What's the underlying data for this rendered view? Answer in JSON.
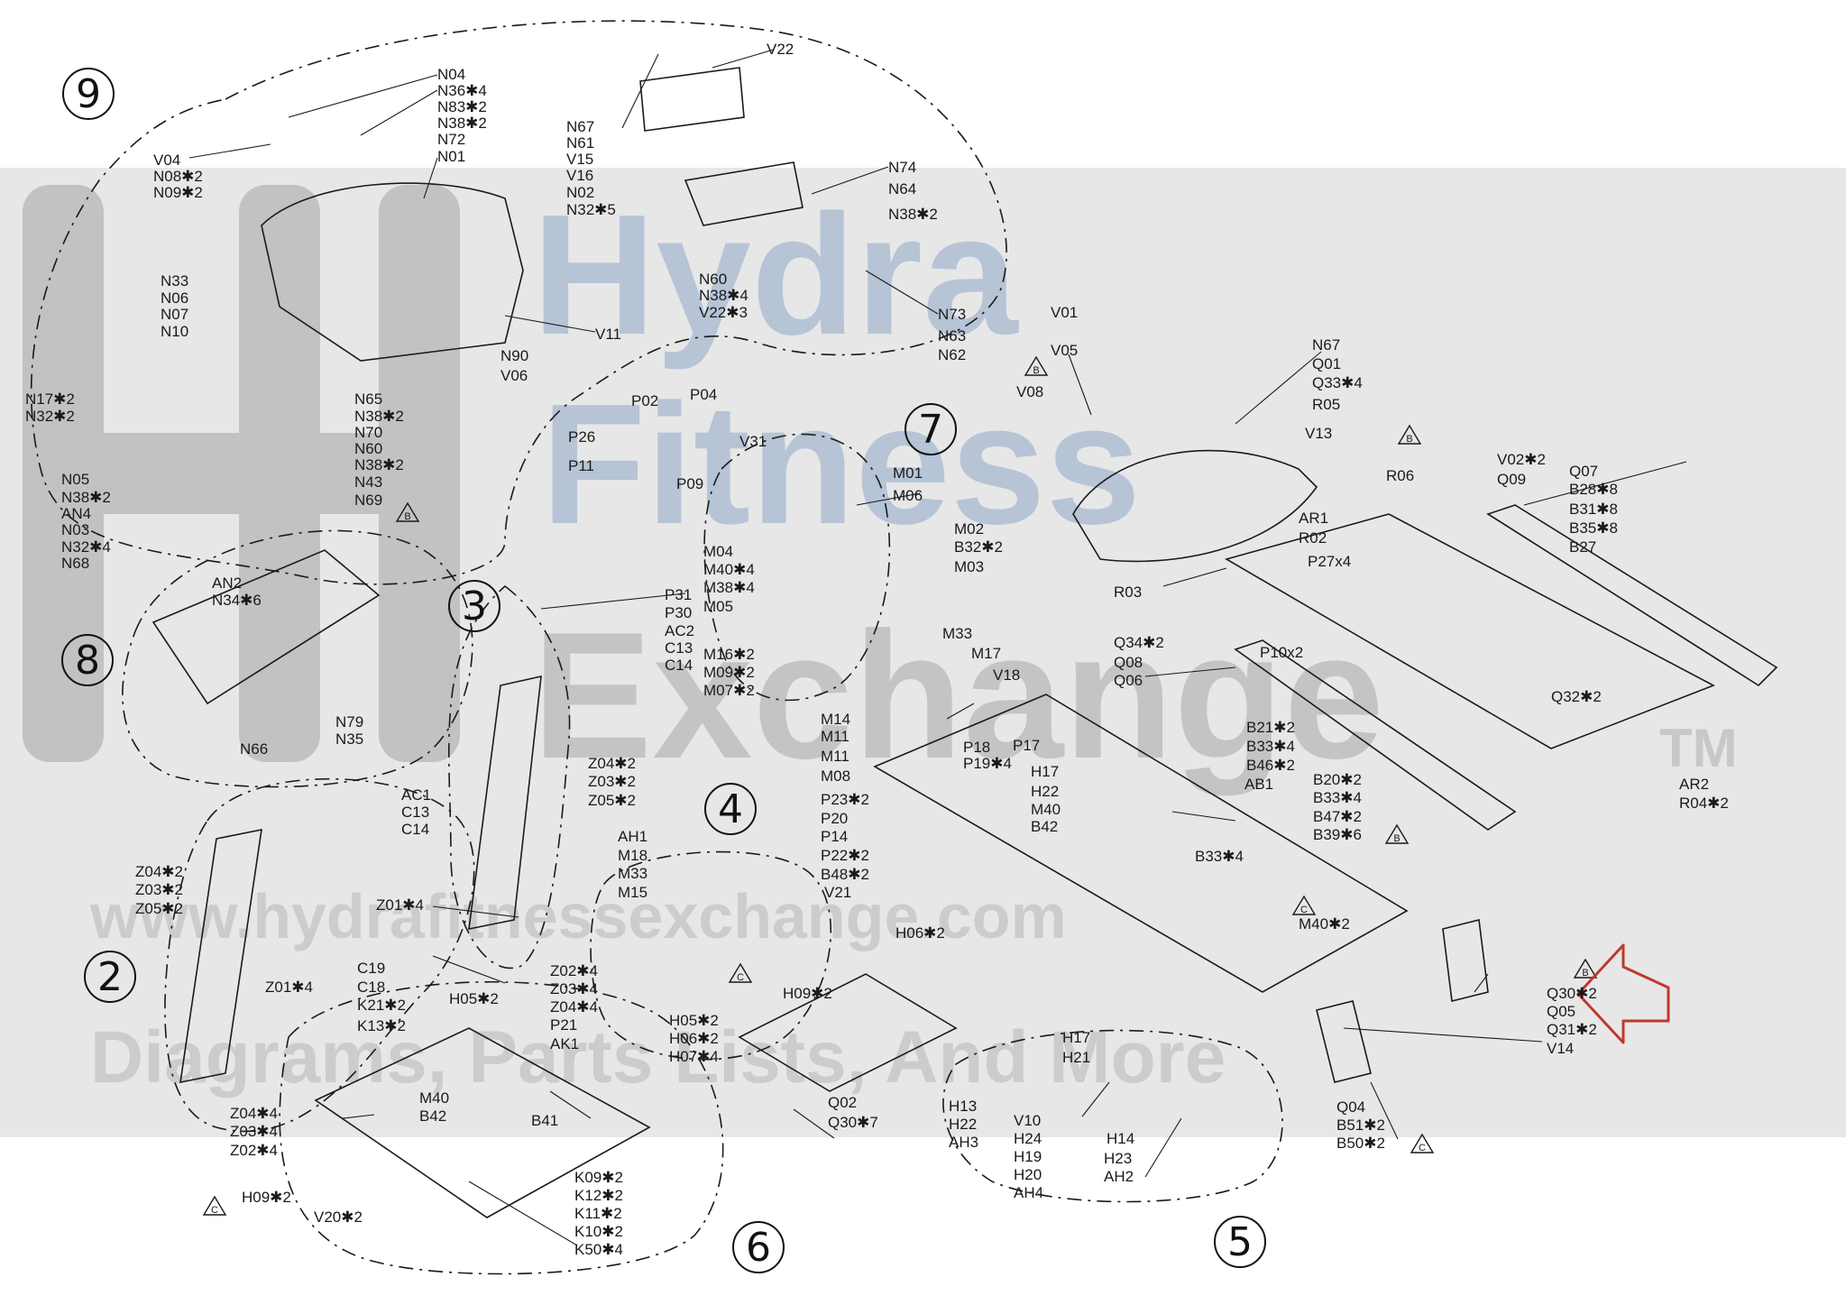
{
  "diagram": {
    "watermark": {
      "lines": [
        "Hydra",
        "Fitness",
        "Exchange"
      ],
      "tm": "TM",
      "url": "www.hydrafitnessexchange.com",
      "tagline": "Diagrams, Parts Lists, And More",
      "logo_letters": "HF"
    },
    "assemblies": [
      {
        "id": "9",
        "text": "9"
      },
      {
        "id": "8",
        "text": "8"
      },
      {
        "id": "7",
        "text": "7"
      },
      {
        "id": "3",
        "text": "3"
      },
      {
        "id": "4",
        "text": "4"
      },
      {
        "id": "2",
        "text": "2"
      },
      {
        "id": "6",
        "text": "6"
      },
      {
        "id": "5",
        "text": "5"
      }
    ],
    "callouts": [
      {
        "id": "c1",
        "text": "N04"
      },
      {
        "id": "c2",
        "text": "N36✱4"
      },
      {
        "id": "c3",
        "text": "N83✱2"
      },
      {
        "id": "c4",
        "text": "N38✱2"
      },
      {
        "id": "c5",
        "text": "N72"
      },
      {
        "id": "c6",
        "text": "N01"
      },
      {
        "id": "c7",
        "text": "V04"
      },
      {
        "id": "c8",
        "text": "N08✱2"
      },
      {
        "id": "c9",
        "text": "N09✱2"
      },
      {
        "id": "c10",
        "text": "V22"
      },
      {
        "id": "c11",
        "text": "N67"
      },
      {
        "id": "c12",
        "text": "N61"
      },
      {
        "id": "c13",
        "text": "V15"
      },
      {
        "id": "c14",
        "text": "V16"
      },
      {
        "id": "c15",
        "text": "N02"
      },
      {
        "id": "c16",
        "text": "N32✱5"
      },
      {
        "id": "c17",
        "text": "N74"
      },
      {
        "id": "c18",
        "text": "N64"
      },
      {
        "id": "c19",
        "text": "N38✱2"
      },
      {
        "id": "c20",
        "text": "N60"
      },
      {
        "id": "c21",
        "text": "N38✱4"
      },
      {
        "id": "c22",
        "text": "V22✱3"
      },
      {
        "id": "c23",
        "text": "N73"
      },
      {
        "id": "c24",
        "text": "N63"
      },
      {
        "id": "c25",
        "text": "N62"
      },
      {
        "id": "c26",
        "text": "N33"
      },
      {
        "id": "c27",
        "text": "N06"
      },
      {
        "id": "c28",
        "text": "N07"
      },
      {
        "id": "c29",
        "text": "N10"
      },
      {
        "id": "c30",
        "text": "N17✱2"
      },
      {
        "id": "c31",
        "text": "N32✱2"
      },
      {
        "id": "c32",
        "text": "V11"
      },
      {
        "id": "c33",
        "text": "N90"
      },
      {
        "id": "c34",
        "text": "V06"
      },
      {
        "id": "c35",
        "text": "N65"
      },
      {
        "id": "c36",
        "text": "N38✱2"
      },
      {
        "id": "c37",
        "text": "N70"
      },
      {
        "id": "c38",
        "text": "N60"
      },
      {
        "id": "c39",
        "text": "N38✱2"
      },
      {
        "id": "c40",
        "text": "N43"
      },
      {
        "id": "c41",
        "text": "N69"
      },
      {
        "id": "c42",
        "text": "N05"
      },
      {
        "id": "c43",
        "text": "N38✱2"
      },
      {
        "id": "c44",
        "text": "AN4"
      },
      {
        "id": "c45",
        "text": "N03"
      },
      {
        "id": "c46",
        "text": "N32✱4"
      },
      {
        "id": "c47",
        "text": "N68"
      },
      {
        "id": "c48",
        "text": "AN2"
      },
      {
        "id": "c49",
        "text": "N34✱6"
      },
      {
        "id": "c50",
        "text": "N79"
      },
      {
        "id": "c51",
        "text": "N35"
      },
      {
        "id": "c52",
        "text": "N66"
      },
      {
        "id": "c53",
        "text": "P02"
      },
      {
        "id": "c54",
        "text": "P04"
      },
      {
        "id": "c55",
        "text": "P26"
      },
      {
        "id": "c56",
        "text": "V31"
      },
      {
        "id": "c57",
        "text": "P11"
      },
      {
        "id": "c58",
        "text": "P09"
      },
      {
        "id": "c59",
        "text": "M01"
      },
      {
        "id": "c60",
        "text": "M06"
      },
      {
        "id": "c61",
        "text": "M04"
      },
      {
        "id": "c62",
        "text": "M40✱4"
      },
      {
        "id": "c63",
        "text": "M38✱4"
      },
      {
        "id": "c64",
        "text": "M05"
      },
      {
        "id": "c65",
        "text": "M16✱2"
      },
      {
        "id": "c66",
        "text": "M09✱2"
      },
      {
        "id": "c67",
        "text": "M07✱2"
      },
      {
        "id": "c68",
        "text": "P31"
      },
      {
        "id": "c69",
        "text": "P30"
      },
      {
        "id": "c70",
        "text": "AC2"
      },
      {
        "id": "c71",
        "text": "C13"
      },
      {
        "id": "c72",
        "text": "C14"
      },
      {
        "id": "c73",
        "text": "Z04✱2"
      },
      {
        "id": "c74",
        "text": "Z03✱2"
      },
      {
        "id": "c75",
        "text": "Z05✱2"
      },
      {
        "id": "c76",
        "text": "V01"
      },
      {
        "id": "c77",
        "text": "V05"
      },
      {
        "id": "c78",
        "text": "V08"
      },
      {
        "id": "c79",
        "text": "N67"
      },
      {
        "id": "c80",
        "text": "Q01"
      },
      {
        "id": "c81",
        "text": "Q33✱4"
      },
      {
        "id": "c82",
        "text": "R05"
      },
      {
        "id": "c83",
        "text": "V13"
      },
      {
        "id": "c84",
        "text": "R06"
      },
      {
        "id": "c85",
        "text": "V02✱2"
      },
      {
        "id": "c86",
        "text": "Q09"
      },
      {
        "id": "c87",
        "text": "Q07"
      },
      {
        "id": "c88",
        "text": "B28✱8"
      },
      {
        "id": "c89",
        "text": "B31✱8"
      },
      {
        "id": "c90",
        "text": "B35✱8"
      },
      {
        "id": "c91",
        "text": "B27"
      },
      {
        "id": "c92",
        "text": "AR1"
      },
      {
        "id": "c93",
        "text": "R02"
      },
      {
        "id": "c94",
        "text": "P27x4"
      },
      {
        "id": "c95",
        "text": "M02"
      },
      {
        "id": "c96",
        "text": "B32✱2"
      },
      {
        "id": "c97",
        "text": "M03"
      },
      {
        "id": "c98",
        "text": "R03"
      },
      {
        "id": "c99",
        "text": "Q34✱2"
      },
      {
        "id": "c100",
        "text": "P10x2"
      },
      {
        "id": "c101",
        "text": "Q08"
      },
      {
        "id": "c102",
        "text": "Q06"
      },
      {
        "id": "c103",
        "text": "M33"
      },
      {
        "id": "c104",
        "text": "M17"
      },
      {
        "id": "c105",
        "text": "V18"
      },
      {
        "id": "c106",
        "text": "Q32✱2"
      },
      {
        "id": "c107",
        "text": "M14"
      },
      {
        "id": "c108",
        "text": "M11"
      },
      {
        "id": "c109",
        "text": "M11"
      },
      {
        "id": "c110",
        "text": "M08"
      },
      {
        "id": "c111",
        "text": "P18"
      },
      {
        "id": "c112",
        "text": "P17"
      },
      {
        "id": "c113",
        "text": "P19✱4"
      },
      {
        "id": "c114",
        "text": "B21✱2"
      },
      {
        "id": "c115",
        "text": "B33✱4"
      },
      {
        "id": "c116",
        "text": "B46✱2"
      },
      {
        "id": "c117",
        "text": "AB1"
      },
      {
        "id": "c118",
        "text": "P23✱2"
      },
      {
        "id": "c119",
        "text": "P20"
      },
      {
        "id": "c120",
        "text": "P14"
      },
      {
        "id": "c121",
        "text": "P22✱2"
      },
      {
        "id": "c122",
        "text": "B48✱2"
      },
      {
        "id": "c123",
        "text": "H17"
      },
      {
        "id": "c124",
        "text": "H22"
      },
      {
        "id": "c125",
        "text": "M40"
      },
      {
        "id": "c126",
        "text": "B42"
      },
      {
        "id": "c127",
        "text": "B20✱2"
      },
      {
        "id": "c128",
        "text": "B33✱4"
      },
      {
        "id": "c129",
        "text": "B47✱2"
      },
      {
        "id": "c130",
        "text": "B39✱6"
      },
      {
        "id": "c131",
        "text": "B33✱4"
      },
      {
        "id": "c132",
        "text": "AR2"
      },
      {
        "id": "c133",
        "text": "R04✱2"
      },
      {
        "id": "c134",
        "text": "AC1"
      },
      {
        "id": "c135",
        "text": "C13"
      },
      {
        "id": "c136",
        "text": "C14"
      },
      {
        "id": "c137",
        "text": "Z04✱2"
      },
      {
        "id": "c138",
        "text": "Z03✱2"
      },
      {
        "id": "c139",
        "text": "Z05✱2"
      },
      {
        "id": "c140",
        "text": "Z01✱4"
      },
      {
        "id": "c141",
        "text": "AH1"
      },
      {
        "id": "c142",
        "text": "M18"
      },
      {
        "id": "c143",
        "text": "M33"
      },
      {
        "id": "c144",
        "text": "M15"
      },
      {
        "id": "c145",
        "text": "V21"
      },
      {
        "id": "c146",
        "text": "H06✱2"
      },
      {
        "id": "c147",
        "text": "M40✱2"
      },
      {
        "id": "c148",
        "text": "Q30✱2"
      },
      {
        "id": "c149",
        "text": "Q05"
      },
      {
        "id": "c150",
        "text": "Q31✱2"
      },
      {
        "id": "c151",
        "text": "V14"
      },
      {
        "id": "c152",
        "text": "Z01✱4"
      },
      {
        "id": "c153",
        "text": "C19"
      },
      {
        "id": "c154",
        "text": "C18"
      },
      {
        "id": "c155",
        "text": "K21✱2"
      },
      {
        "id": "c156",
        "text": "K13✱2"
      },
      {
        "id": "c157",
        "text": "H05✱2"
      },
      {
        "id": "c158",
        "text": "Z02✱4"
      },
      {
        "id": "c159",
        "text": "Z03✱4"
      },
      {
        "id": "c160",
        "text": "Z04✱4"
      },
      {
        "id": "c161",
        "text": "P21"
      },
      {
        "id": "c162",
        "text": "AK1"
      },
      {
        "id": "c163",
        "text": "H09✱2"
      },
      {
        "id": "c164",
        "text": "H05✱2"
      },
      {
        "id": "c165",
        "text": "H06✱2"
      },
      {
        "id": "c166",
        "text": "H07✱4"
      },
      {
        "id": "c167",
        "text": "Q02"
      },
      {
        "id": "c168",
        "text": "Q30✱7"
      },
      {
        "id": "c169",
        "text": "Z04✱4"
      },
      {
        "id": "c170",
        "text": "Z03✱4"
      },
      {
        "id": "c171",
        "text": "Z02✱4"
      },
      {
        "id": "c172",
        "text": "M40"
      },
      {
        "id": "c173",
        "text": "B42"
      },
      {
        "id": "c174",
        "text": "B41"
      },
      {
        "id": "c175",
        "text": "H09✱2"
      },
      {
        "id": "c176",
        "text": "V20✱2"
      },
      {
        "id": "c177",
        "text": "K09✱2"
      },
      {
        "id": "c178",
        "text": "K12✱2"
      },
      {
        "id": "c179",
        "text": "K11✱2"
      },
      {
        "id": "c180",
        "text": "K10✱2"
      },
      {
        "id": "c181",
        "text": "K50✱4"
      },
      {
        "id": "c182",
        "text": "H17"
      },
      {
        "id": "c183",
        "text": "H21"
      },
      {
        "id": "c184",
        "text": "H13"
      },
      {
        "id": "c185",
        "text": "H22"
      },
      {
        "id": "c186",
        "text": "AH3"
      },
      {
        "id": "c187",
        "text": "V10"
      },
      {
        "id": "c188",
        "text": "H24"
      },
      {
        "id": "c189",
        "text": "H19"
      },
      {
        "id": "c190",
        "text": "H20"
      },
      {
        "id": "c191",
        "text": "AH4"
      },
      {
        "id": "c192",
        "text": "H14"
      },
      {
        "id": "c193",
        "text": "H23"
      },
      {
        "id": "c194",
        "text": "AH2"
      },
      {
        "id": "c195",
        "text": "Q04"
      },
      {
        "id": "c196",
        "text": "B51✱2"
      },
      {
        "id": "c197",
        "text": "B50✱2"
      }
    ],
    "warning_marks": [
      {
        "id": "w1",
        "text": "B"
      },
      {
        "id": "w2",
        "text": "B"
      },
      {
        "id": "w3",
        "text": "B"
      },
      {
        "id": "w4",
        "text": "B"
      },
      {
        "id": "w5",
        "text": "C"
      },
      {
        "id": "w6",
        "text": "C"
      },
      {
        "id": "w7",
        "text": "B"
      },
      {
        "id": "w8",
        "text": "C"
      },
      {
        "id": "w9",
        "text": "C"
      }
    ],
    "colors": {
      "ink": "#1a1a1a",
      "band": "#e7e7e7",
      "watermark_blue": "#b3c3d8",
      "watermark_gray": "#c6c6c6",
      "arrow": "#c0392b"
    }
  }
}
